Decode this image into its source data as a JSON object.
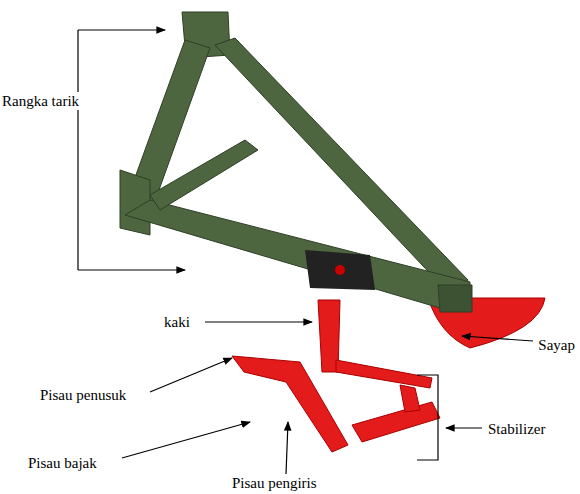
{
  "diagram": {
    "labels": [
      "Rangka tarik",
      "kaki",
      "Sayap",
      "Pisau penusuk",
      "Stabilizer",
      "Pisau bajak",
      "Pisau pengiris"
    ]
  }
}
